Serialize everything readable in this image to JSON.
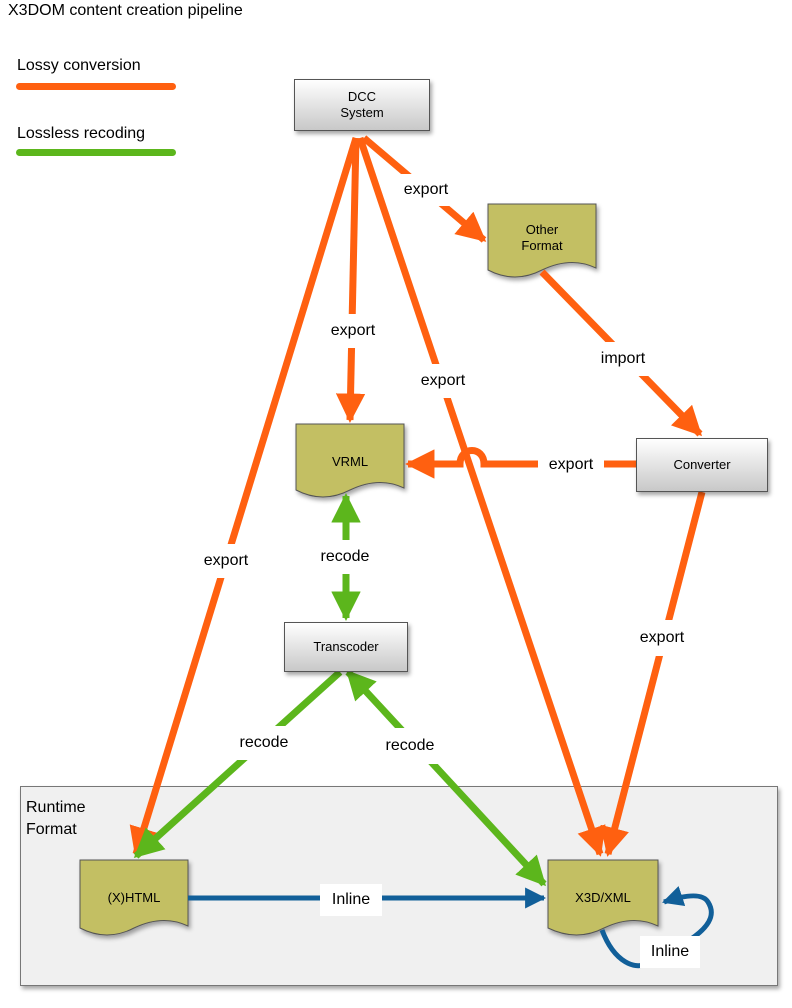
{
  "title": "X3DOM content creation pipeline",
  "legend": {
    "lossy": {
      "label": "Lossy conversion",
      "color": "#ff6010"
    },
    "lossless": {
      "label": "Lossless recoding",
      "color": "#5cb61c"
    }
  },
  "colors": {
    "lossy": "#ff6010",
    "lossless": "#5cb61c",
    "inline": "#115f99",
    "document_fill": "#c3bf63"
  },
  "runtime": {
    "label_line1": "Runtime",
    "label_line2": "Format"
  },
  "nodes": {
    "dcc": {
      "line1": "DCC",
      "line2": "System"
    },
    "other_format": {
      "line1": "Other",
      "line2": "Format"
    },
    "vrml": {
      "label": "VRML"
    },
    "converter": {
      "label": "Converter"
    },
    "transcoder": {
      "label": "Transcoder"
    },
    "xhtml": {
      "label": "(X)HTML"
    },
    "x3d_xml": {
      "label": "X3D/XML"
    }
  },
  "edges": {
    "dcc_to_other": "export",
    "dcc_to_vrml": "export",
    "dcc_to_x3d": "export",
    "dcc_to_xhtml": "export",
    "other_to_converter": "import",
    "converter_to_vrml": "export",
    "converter_to_x3d": "export",
    "vrml_transcoder": "recode",
    "transcoder_xhtml": "recode",
    "transcoder_x3d": "recode",
    "xhtml_to_x3d": "Inline",
    "x3d_self": "Inline"
  }
}
